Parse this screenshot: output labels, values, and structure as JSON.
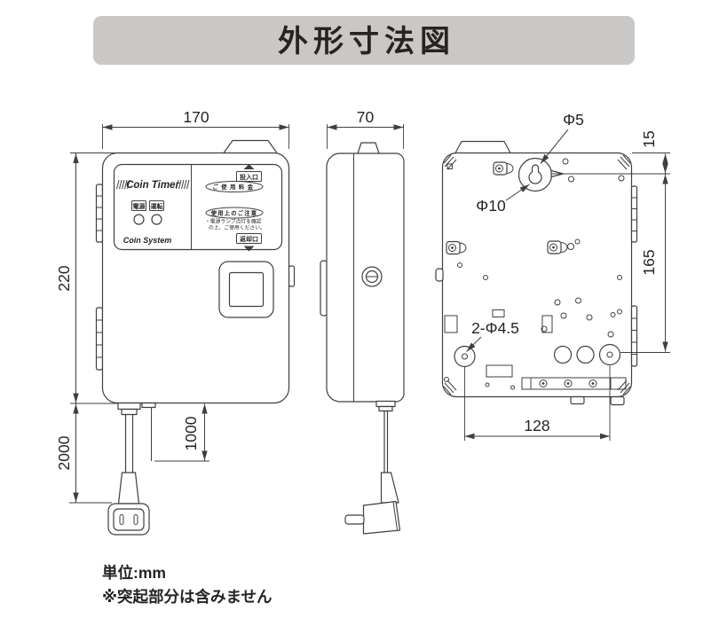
{
  "title": "外形寸法図",
  "front_view": {
    "logo": "Coin Timer",
    "brand": "Coin System",
    "lamp_labels": [
      "電源",
      "運転"
    ],
    "slot_label": "投入口",
    "fee_label": "ご使用料金",
    "caution_label": "使用上のご注意",
    "caution_lines": [
      "・電源ランプ点灯を確認",
      "の上、ご使用ください。"
    ],
    "return_label": "返却口",
    "dims": {
      "width": "170",
      "height": "220",
      "cord": "2000",
      "wire": "1000"
    }
  },
  "side_view": {
    "dims": {
      "depth": "70"
    }
  },
  "back_view": {
    "labels": {
      "phi5": "Φ5",
      "phi10": "Φ10",
      "holes": "2-Φ4.5"
    },
    "dims": {
      "top_offset": "15",
      "vertical_span": "165",
      "hole_span": "128"
    }
  },
  "footer": {
    "unit": "単位:mm",
    "note": "※突起部分は含みません"
  },
  "colors": {
    "line": "#3f3f3f",
    "title_bg": "#c9c8c6",
    "text": "#262321"
  }
}
